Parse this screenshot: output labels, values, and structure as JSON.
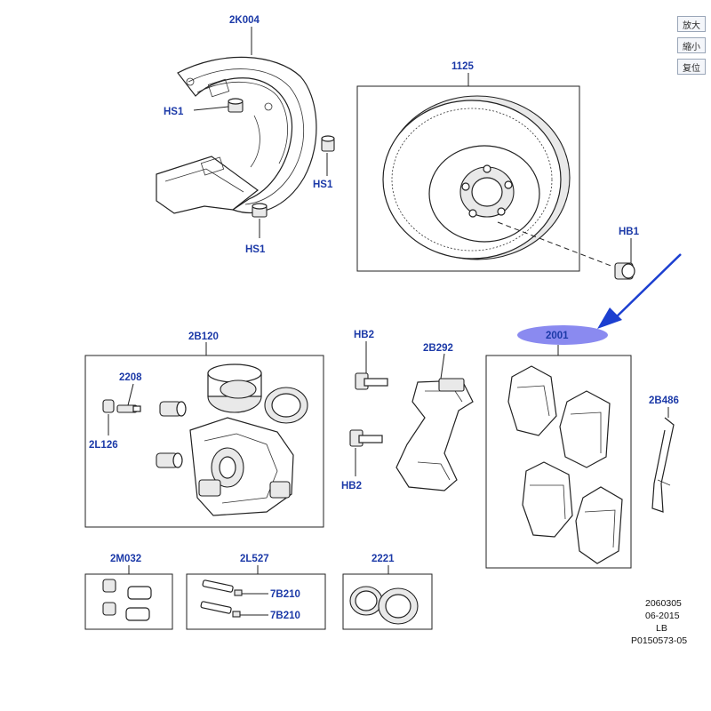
{
  "toolbar": {
    "zoom_in": "放大",
    "zoom_out": "縮小",
    "reset": "复位"
  },
  "accent": {
    "highlight": "#8a8af0",
    "arrow": "#1c3fd0",
    "label_blue": "#1c3aa8"
  },
  "labels": {
    "shield": "2K004",
    "hs1_a": "HS1",
    "hs1_b": "HS1",
    "hs1_c": "HS1",
    "disc": "1125",
    "hb1": "HB1",
    "caliper": "2B120",
    "guide_pin": "2208",
    "bleed": "2L126",
    "hb2_a": "HB2",
    "hb2_b": "HB2",
    "carrier": "2B292",
    "pads": "2001",
    "clip": "2B486",
    "caps_kit": "2M032",
    "pins_kit": "2L527",
    "bolt_a": "7B210",
    "bolt_b": "7B210",
    "seal_kit": "2221"
  },
  "stamp": {
    "line1": "2060305",
    "line2": "06-2015",
    "line3": "LB",
    "line4": "P0150573-05"
  }
}
